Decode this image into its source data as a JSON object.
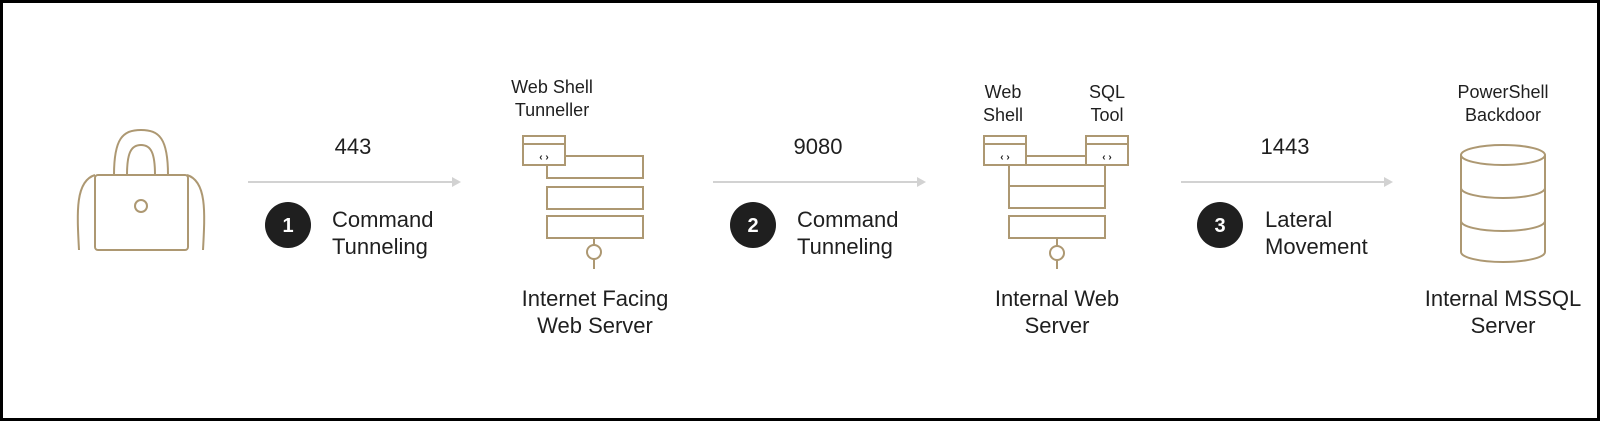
{
  "colors": {
    "icon_stroke": "#ad9872",
    "arrow": "#d2d2d2",
    "badge": "#1f1f1f",
    "text": "#1f1f1f"
  },
  "arrows": [
    {
      "port": "443",
      "step": "1",
      "label": "Command\nTunneling"
    },
    {
      "port": "9080",
      "step": "2",
      "label": "Command\nTunneling"
    },
    {
      "port": "1443",
      "step": "3",
      "label": "Lateral\nMovement"
    }
  ],
  "nodes": {
    "internet_web_server": {
      "tool": "Web Shell\nTunneller",
      "name": "Internet Facing\nWeb Server"
    },
    "internal_web_server": {
      "tool_left": "Web\nShell",
      "tool_right": "SQL\nTool",
      "name": "Internal Web\nServer"
    },
    "mssql_server": {
      "tool": "PowerShell\nBackdoor",
      "name": "Internal MSSQL\nServer"
    }
  },
  "icons": {
    "attacker": "laptop-bag-icon",
    "server": "server-stack-icon",
    "web_shell": "code-window-icon",
    "database": "database-icon"
  }
}
